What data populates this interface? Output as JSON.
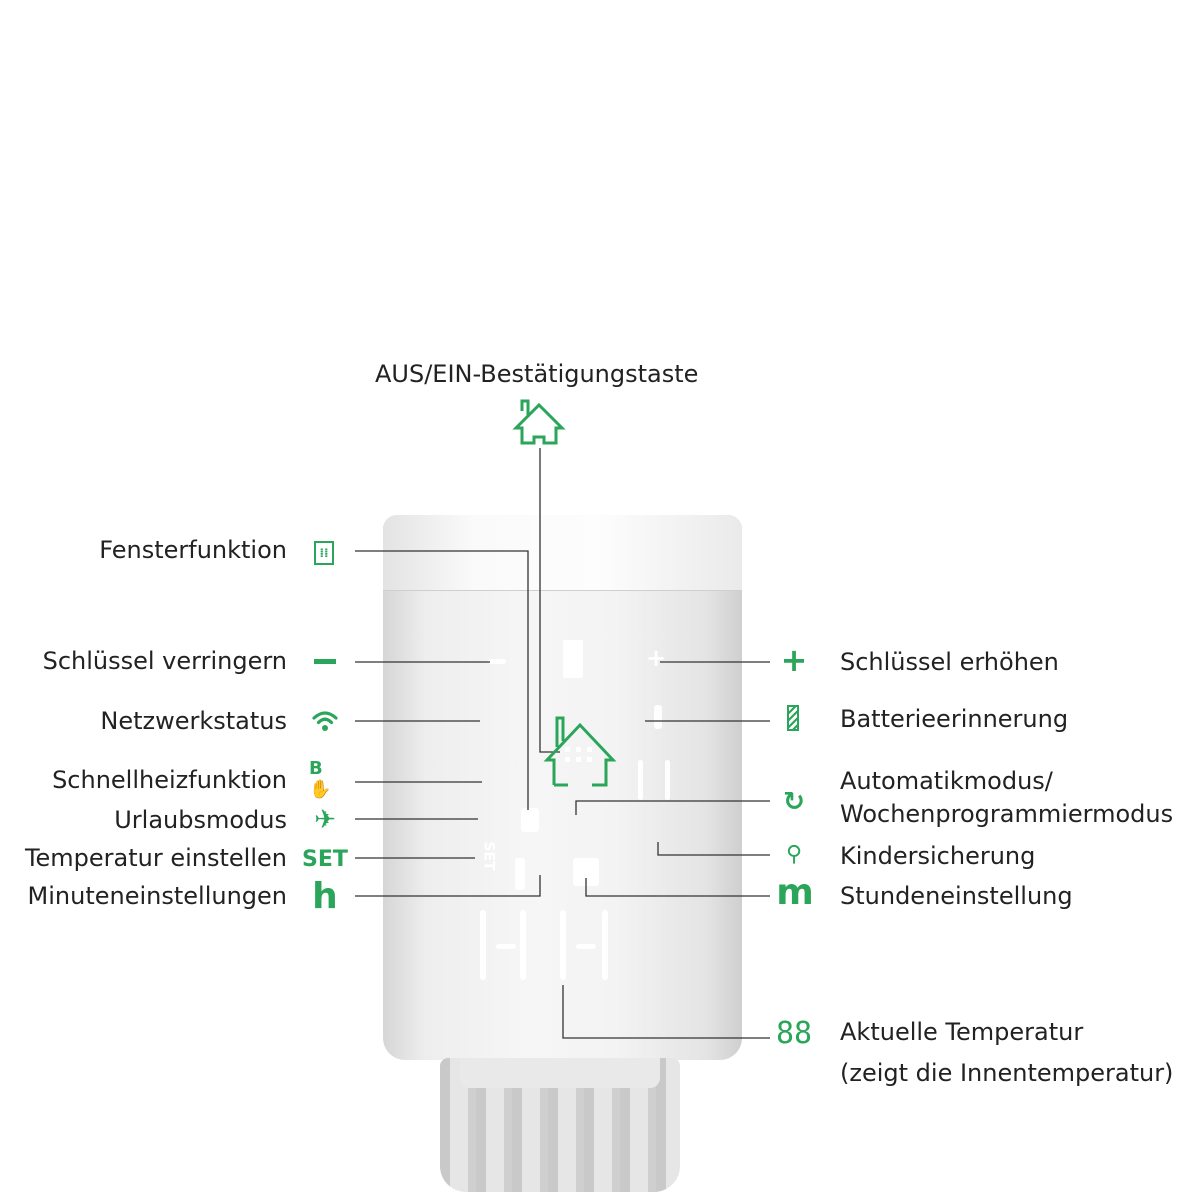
{
  "title": "AUS/EIN-Bestätigungstaste",
  "accent": "#2aa55a",
  "left": [
    {
      "label": "Fensterfunktion",
      "icon": "window-icon"
    },
    {
      "label": "Schlüssel verringern",
      "icon": "minus-icon"
    },
    {
      "label": "Netzwerkstatus",
      "icon": "wifi-icon"
    },
    {
      "label": "Schnellheizfunktion",
      "icon": "boost-heat-icon"
    },
    {
      "label": "Urlaubsmodus",
      "icon": "airplane-icon"
    },
    {
      "label": "Temperatur einstellen",
      "icon": "set-icon",
      "icon_text": "SET"
    },
    {
      "label": "Minuteneinstellungen",
      "icon": "hour-h-icon",
      "icon_text": "h"
    }
  ],
  "right": [
    {
      "label": "Schlüssel erhöhen",
      "icon": "plus-icon"
    },
    {
      "label": "Batterieerinnerung",
      "icon": "battery-icon"
    },
    {
      "label": "Automatikmodus/",
      "label2": "Wochenprogrammiermodus",
      "icon": "refresh-icon"
    },
    {
      "label": "Kindersicherung",
      "icon": "key-icon"
    },
    {
      "label": "Stundeneinstellung",
      "icon": "minute-m-icon",
      "icon_text": "m"
    },
    {
      "label": "Aktuelle Temperatur",
      "label2": "(zeigt die Innentemperatur)",
      "icon": "digits-icon",
      "icon_text": "88"
    }
  ],
  "device": {
    "set_text": "SET"
  }
}
